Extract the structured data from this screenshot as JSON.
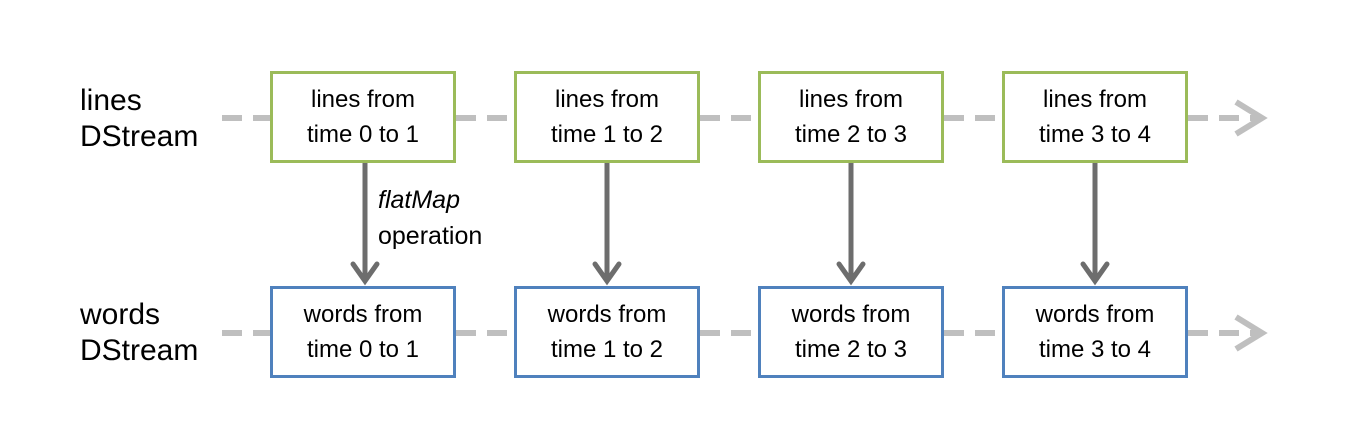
{
  "colors": {
    "lines_box_border": "#9bbb59",
    "words_box_border": "#4f81bd",
    "stream_arrow": "#bfbfbf",
    "transform_arrow": "#6d6d6d"
  },
  "rows": {
    "lines": {
      "label_line1": "lines",
      "label_line2": "DStream",
      "boxes": [
        {
          "line1": "lines from",
          "line2": "time 0 to 1"
        },
        {
          "line1": "lines from",
          "line2": "time 1 to 2"
        },
        {
          "line1": "lines from",
          "line2": "time 2 to 3"
        },
        {
          "line1": "lines from",
          "line2": "time 3 to 4"
        }
      ]
    },
    "words": {
      "label_line1": "words",
      "label_line2": "DStream",
      "boxes": [
        {
          "line1": "words from",
          "line2": "time 0 to 1"
        },
        {
          "line1": "words from",
          "line2": "time 1 to 2"
        },
        {
          "line1": "words from",
          "line2": "time 2 to 3"
        },
        {
          "line1": "words from",
          "line2": "time 3 to 4"
        }
      ]
    }
  },
  "operation": {
    "name": "flatMap",
    "suffix": "operation"
  }
}
